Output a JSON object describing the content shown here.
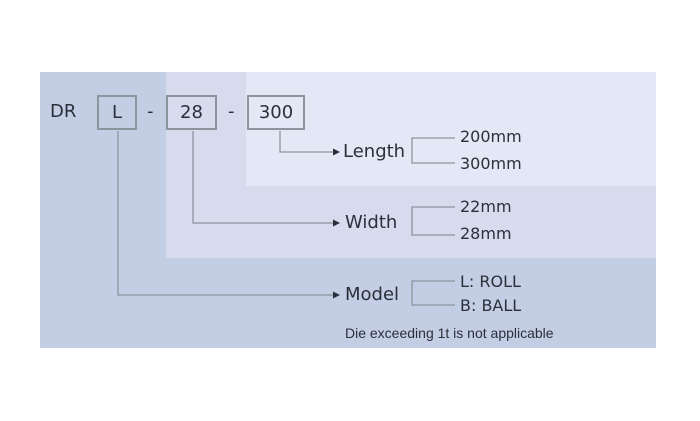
{
  "code": {
    "prefix": "DR",
    "model_code": "L",
    "width_code": "28",
    "length_code": "300",
    "separator": "-"
  },
  "attributes": {
    "length": {
      "label": "Length",
      "options": [
        "200mm",
        "300mm"
      ]
    },
    "width": {
      "label": "Width",
      "options": [
        "22mm",
        "28mm"
      ]
    },
    "model": {
      "label": "Model",
      "options": [
        "L: ROLL",
        "B: BALL"
      ]
    }
  },
  "note": "Die exceeding 1t is not applicable",
  "colors": {
    "outer_band": "#c3cde4",
    "middle_band": "#d6dbee",
    "inner_band": "#e2e8f6",
    "line": "#8c949d",
    "text": "#2b2f3a"
  }
}
